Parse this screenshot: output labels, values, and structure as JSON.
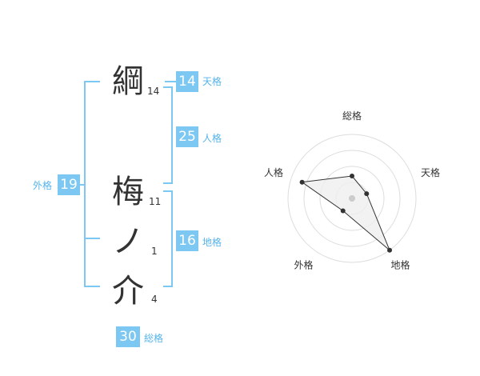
{
  "name": {
    "chars": [
      {
        "char": "綱",
        "strokes": "14"
      },
      {
        "char": "梅",
        "strokes": "11"
      },
      {
        "char": "ノ",
        "strokes": "1"
      },
      {
        "char": "介",
        "strokes": "4"
      }
    ]
  },
  "kakusu": {
    "tenkaku": {
      "value": "14",
      "label": "天格"
    },
    "jinkaku": {
      "value": "25",
      "label": "人格"
    },
    "chikaku": {
      "value": "16",
      "label": "地格"
    },
    "gaikaku": {
      "value": "19",
      "label": "外格"
    },
    "soukaku": {
      "value": "30",
      "label": "総格"
    }
  },
  "chart_data": {
    "type": "radar",
    "axes": [
      "総格",
      "天格",
      "地格",
      "外格",
      "人格"
    ],
    "values": [
      0.35,
      0.24,
      1.0,
      0.24,
      0.82
    ],
    "rings": 4,
    "colors": {
      "fill": "#efefef",
      "line": "#333333",
      "grid": "#dddddd",
      "accent": "#7cc8f2"
    }
  }
}
